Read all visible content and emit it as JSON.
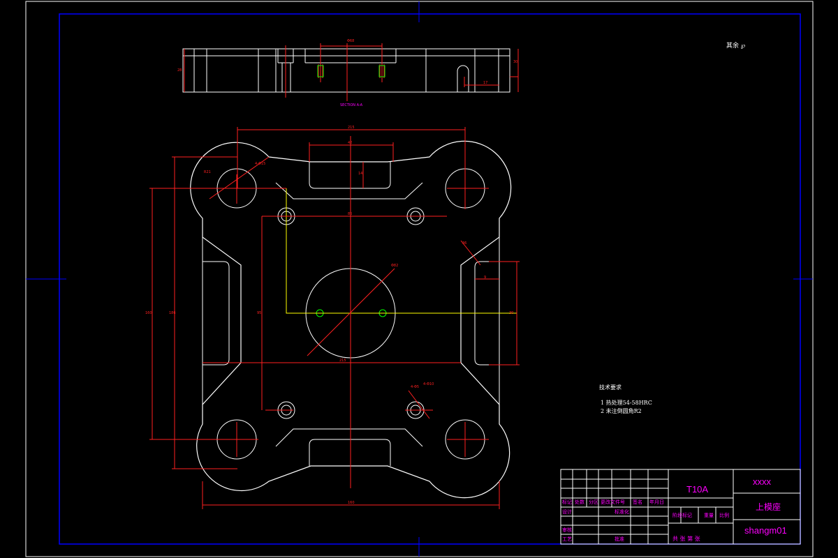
{
  "colors": {
    "background": "#000000",
    "frame": "#0000ff",
    "outline": "#ffffff",
    "dimension": "#ff2020",
    "centerline": "#ff3030",
    "hidden": "#ffff00",
    "title_text": "#ff00ff",
    "green": "#00ff00"
  },
  "roughness_note": "其余 ℘",
  "section_label": "SECTION A-A",
  "side_view_dims": {
    "width_top": "Φ68",
    "height_left": "28",
    "height_right": "30",
    "slot": "17"
  },
  "plan_view_dims": {
    "overall_top": "215",
    "slot_width": "42",
    "slot_depth": "14",
    "radius_tl": "R21",
    "dia_tl": "4-Φ15",
    "hole_spacing": "86",
    "center_dia": "Φ82",
    "left_outer": "160",
    "left_mid": "186",
    "left_inner": "95",
    "right_side": "30",
    "right_slot": "9",
    "right_angle": "36",
    "bottom_inner": "215",
    "bottom_overall": "160",
    "hole_note1": "4-Φ5",
    "hole_note2": "4-Φ10"
  },
  "tech_requirements": {
    "heading": "技术要求",
    "items": [
      "1  热处理54-58HRC",
      "2  未注倒圆角R2"
    ]
  },
  "title_block": {
    "material": "T10A",
    "company": "xxxx",
    "part_name": "上模座",
    "drawing_number": "shangm01",
    "header_row": [
      "标记",
      "处数",
      "分区",
      "更改文件号",
      "签名",
      "年月日"
    ],
    "design": "设计",
    "standardization": "标准化",
    "stage_mark": "阶段标记",
    "weight": "重量",
    "scale": "比例",
    "check": "审核",
    "process": "工艺",
    "approve": "批准",
    "sheets": "共   张 第   张"
  }
}
